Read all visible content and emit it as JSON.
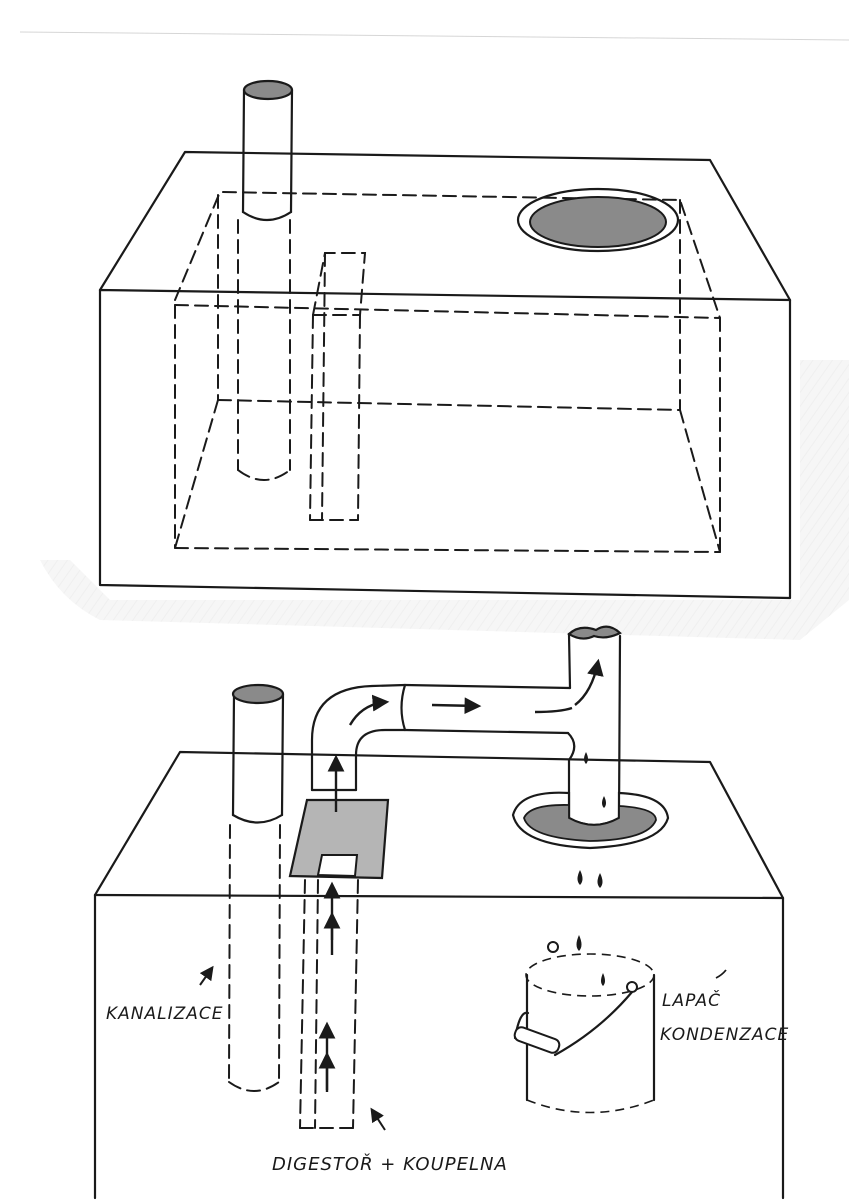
{
  "labels": {
    "sewer": "KANALIZACE",
    "condensate_catcher_line1": "LAPAČ",
    "condensate_catcher_line2": "KONDENZACE",
    "hood_bathroom": "DIGESTOŘ + KOUPELNA"
  },
  "colors": {
    "ink": "#1a1a1a",
    "shade": "#8a8a8a",
    "shade_light": "#b5b5b5",
    "paper": "#ffffff"
  }
}
